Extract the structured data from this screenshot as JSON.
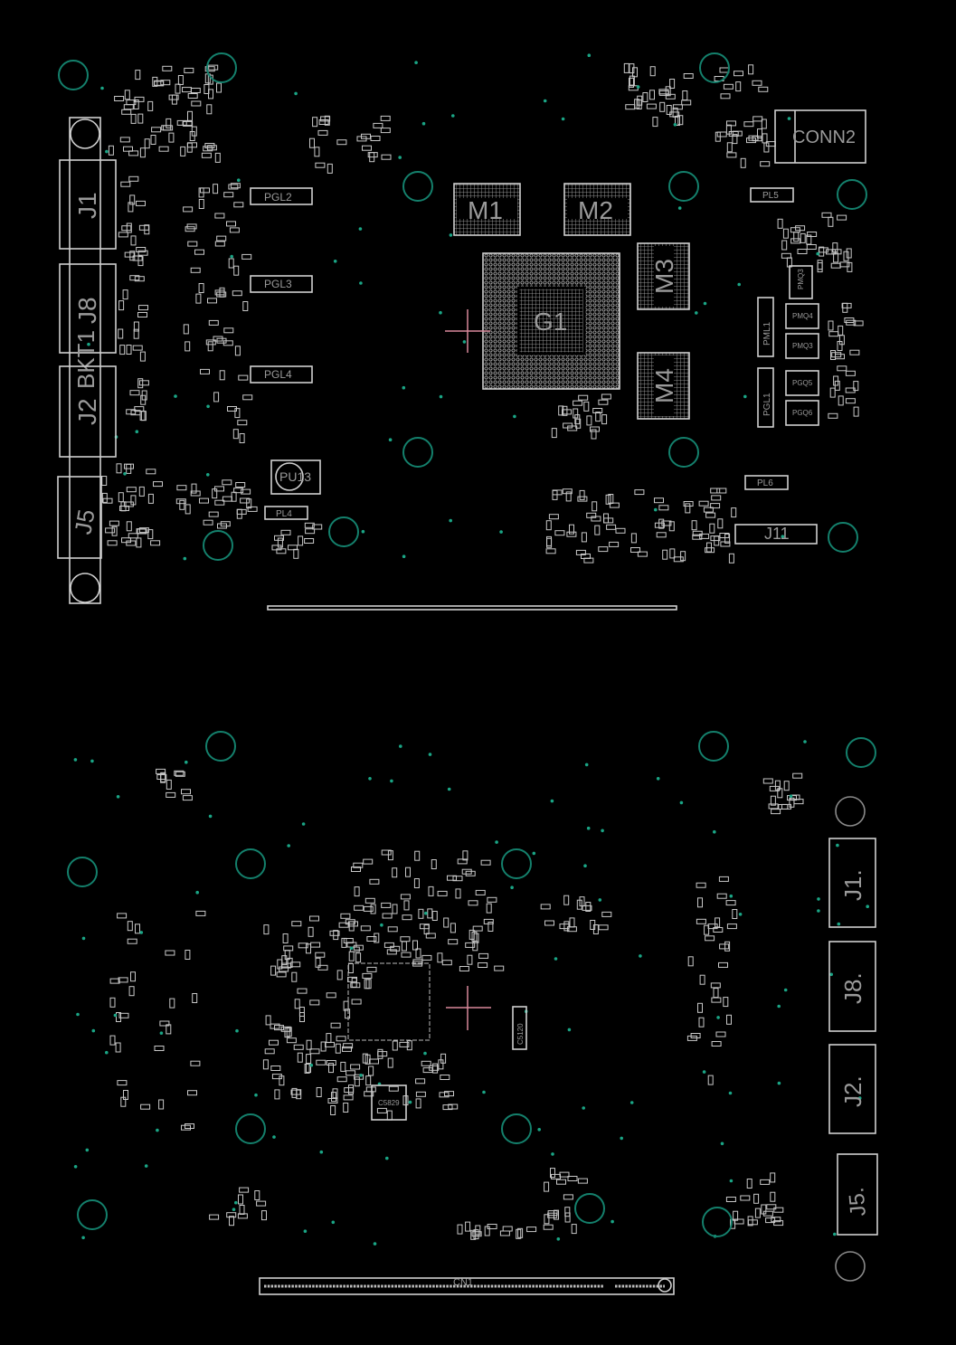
{
  "title": "PCB board layout - top and bottom views",
  "colors": {
    "background": "#000000",
    "outline": "#cfcfcf",
    "mounting_hole": "#14806c",
    "cursor": "#d9889a",
    "via": "#1aa585"
  },
  "top_view": {
    "connectors": [
      "J1",
      "J8",
      "BKT1",
      "J2",
      "J5",
      "CONN2",
      "J11"
    ],
    "chips": [
      "M1",
      "M2",
      "M3",
      "M4",
      "G1"
    ],
    "inductors": [
      "PGL2",
      "PGL3",
      "PGL4",
      "PL5",
      "PL6",
      "PL4",
      "PML1",
      "PGL1"
    ],
    "regulator": "PU13",
    "mosfets": [
      "PMQ3",
      "PMQ4",
      "PGQ5",
      "PGQ6",
      "PMQ3"
    ]
  },
  "bottom_view": {
    "connectors": [
      "J1.",
      "J8.",
      "J2.",
      "J5."
    ],
    "edge_connector": "CN1",
    "parts": [
      "C5829",
      "C5120"
    ]
  }
}
